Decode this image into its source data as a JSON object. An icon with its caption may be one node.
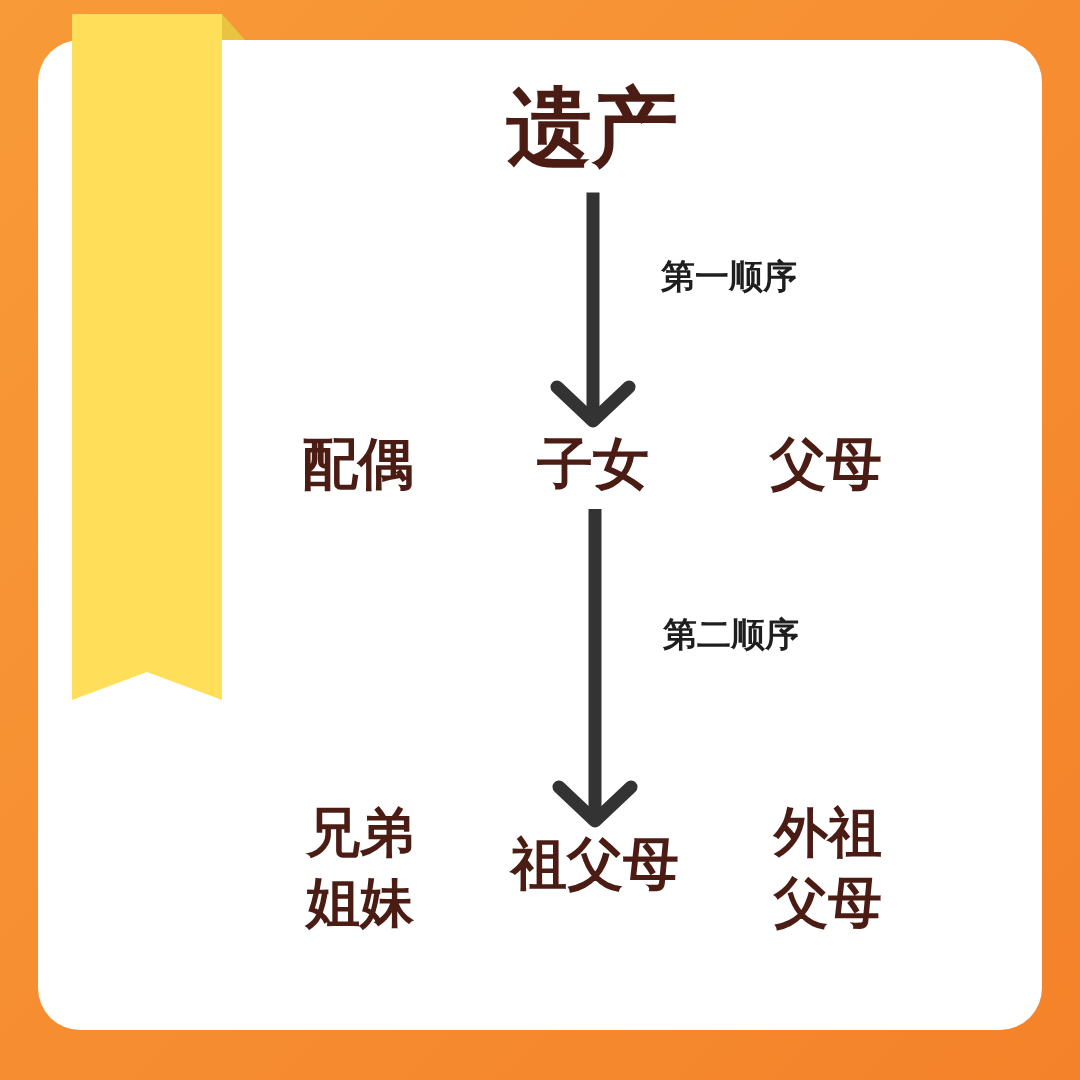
{
  "diagram": {
    "nodes": [
      {
        "text": [
          "遗产"
        ]
      },
      {
        "text": [
          "配偶"
        ]
      },
      {
        "text": [
          "子女"
        ]
      },
      {
        "text": [
          "父母"
        ]
      },
      {
        "text": [
          "兄弟姐妹"
        ]
      },
      {
        "text": [
          "祖父母"
        ]
      },
      {
        "text": [
          "外祖父母"
        ]
      }
    ],
    "edges": [
      {
        "from": 0,
        "to": 2,
        "arrow": "to",
        "label": "第一顺序"
      },
      {
        "from": 2,
        "to": 5,
        "arrow": "to",
        "label": "第二顺序"
      }
    ]
  }
}
